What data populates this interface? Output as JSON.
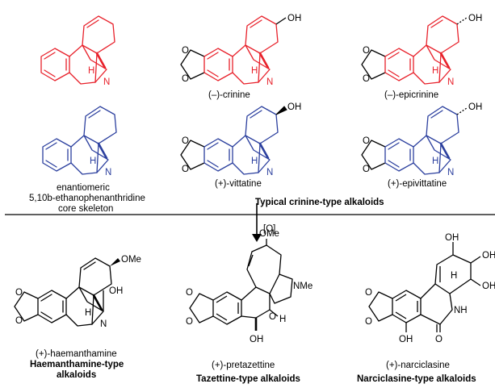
{
  "colors": {
    "red": "#e8202a",
    "blue": "#2b3f9e",
    "black": "#000000"
  },
  "atoms": {
    "oh": "OH",
    "n": "N",
    "h": "H",
    "ome": "OMe",
    "nme": "NMe",
    "nh": "NH",
    "o": "O"
  },
  "reagent": "[O]",
  "captions": {
    "crinine": "(–)-crinine",
    "epicrinine": "(–)-epicrinine",
    "enantio_1": "enantiomeric",
    "enantio_2": "5,10b-ethanophenanthridine",
    "enantio_3": "core skeleton",
    "vittatine": "(+)-vittatine",
    "epivittatine": "(+)-epivittatine",
    "typical": "Typical crinine-type alkaloids",
    "haemanthamine": "(+)-haemanthamine",
    "haem_type_1": "Haemanthamine-type",
    "haem_type_2": "alkaloids",
    "pretazettine": "(+)-pretazettine",
    "tazettine_type": "Tazettine-type alkaloids",
    "narciclasine": "(+)-narciclasine",
    "narciclasine_type": "Narciclasine-type alkaloids"
  }
}
